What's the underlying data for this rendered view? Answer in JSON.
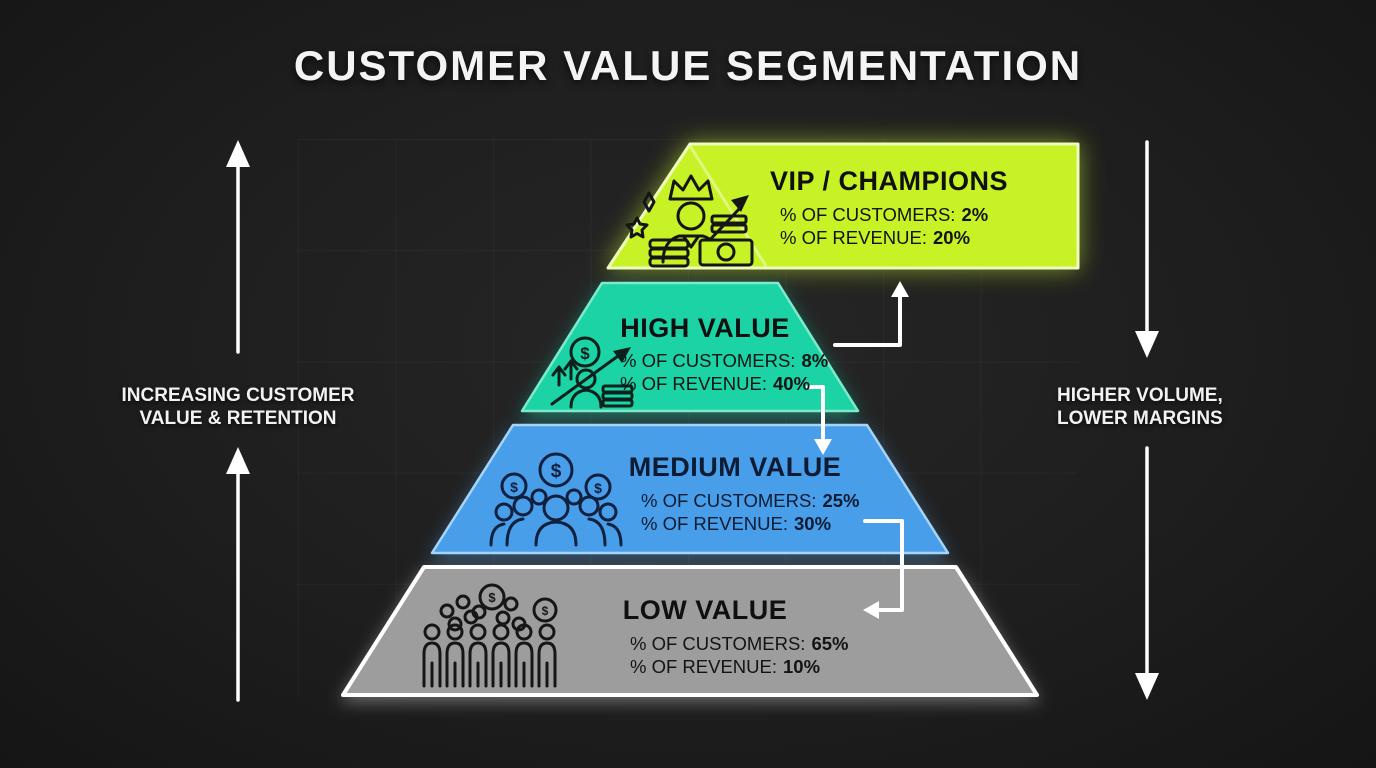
{
  "title": "CUSTOMER VALUE SEGMENTATION",
  "left_annotation": {
    "label": "INCREASING CUSTOMER\nVALUE & RETENTION"
  },
  "right_annotation": {
    "label": "HIGHER VOLUME,\nLOWER MARGINS"
  },
  "glyphs": {
    "dollar": "$"
  },
  "colors": {
    "background": "#1e1e1e",
    "title_text": "#f4f4f4",
    "arrow_white": "#ffffff"
  },
  "tiers": [
    {
      "name": "VIP / CHAMPIONS",
      "customers_label": "% OF CUSTOMERS:",
      "customers_value": "2%",
      "revenue_label": "% OF REVENUE:",
      "revenue_value": "20%",
      "color": "#c7f226",
      "icon": "vip-crowned-customer-icon"
    },
    {
      "name": "HIGH VALUE",
      "customers_label": "% OF CUSTOMERS:",
      "customers_value": "8%",
      "revenue_label": "% OF REVENUE:",
      "revenue_value": "40%",
      "color": "#1dd3a6",
      "icon": "growth-customer-icon"
    },
    {
      "name": "MEDIUM VALUE",
      "customers_label": "% OF CUSTOMERS:",
      "customers_value": "25%",
      "revenue_label": "% OF REVENUE:",
      "revenue_value": "30%",
      "color": "#4a9ee9",
      "icon": "customer-group-coins-icon"
    },
    {
      "name": "LOW VALUE",
      "customers_label": "% OF CUSTOMERS:",
      "customers_value": "65%",
      "revenue_label": "% OF REVENUE:",
      "revenue_value": "10%",
      "color": "#9d9d9d",
      "icon": "customer-crowd-icon"
    }
  ]
}
